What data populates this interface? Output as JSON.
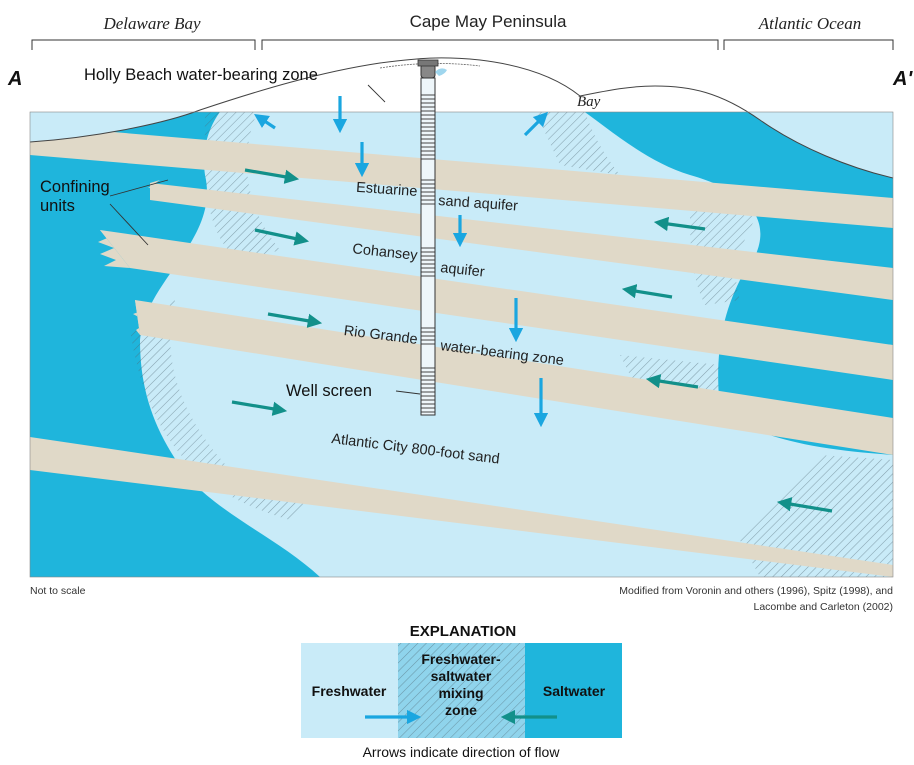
{
  "regions": {
    "left": "Delaware Bay",
    "center": "Cape May Peninsula",
    "right": "Atlantic Ocean"
  },
  "section_labels": {
    "start": "A",
    "end": "A'"
  },
  "labels": {
    "holly_beach": "Holly Beach water-bearing zone",
    "bay": "Bay",
    "confining_line1": "Confining",
    "confining_line2": "units",
    "estuarine_a": "Estuarine",
    "estuarine_b": "sand aquifer",
    "cohansey_a": "Cohansey",
    "cohansey_b": "aquifer",
    "rio_grande_a": "Rio Grande",
    "rio_grande_b": "water-bearing zone",
    "well_screen": "Well screen",
    "atlantic_city": "Atlantic City 800-foot sand"
  },
  "notes": {
    "scale": "Not to scale",
    "source_line1": "Modified from Voronin and others (1996), Spitz (1998), and",
    "source_line2": "Lacombe and Carleton (2002)"
  },
  "explanation": {
    "title": "EXPLANATION",
    "freshwater": "Freshwater",
    "mixing_lines": [
      "Freshwater-",
      "saltwater",
      "mixing",
      "zone"
    ],
    "saltwater": "Saltwater",
    "caption": "Arrows indicate direction of flow"
  },
  "colors": {
    "freshwater": "#c9ebf8",
    "saltwater": "#1fb5dc",
    "confining": "#e0d9c8",
    "fresh_arrow": "#1aa6e0",
    "salt_arrow": "#12908a",
    "hatch": "#5a6f78"
  }
}
